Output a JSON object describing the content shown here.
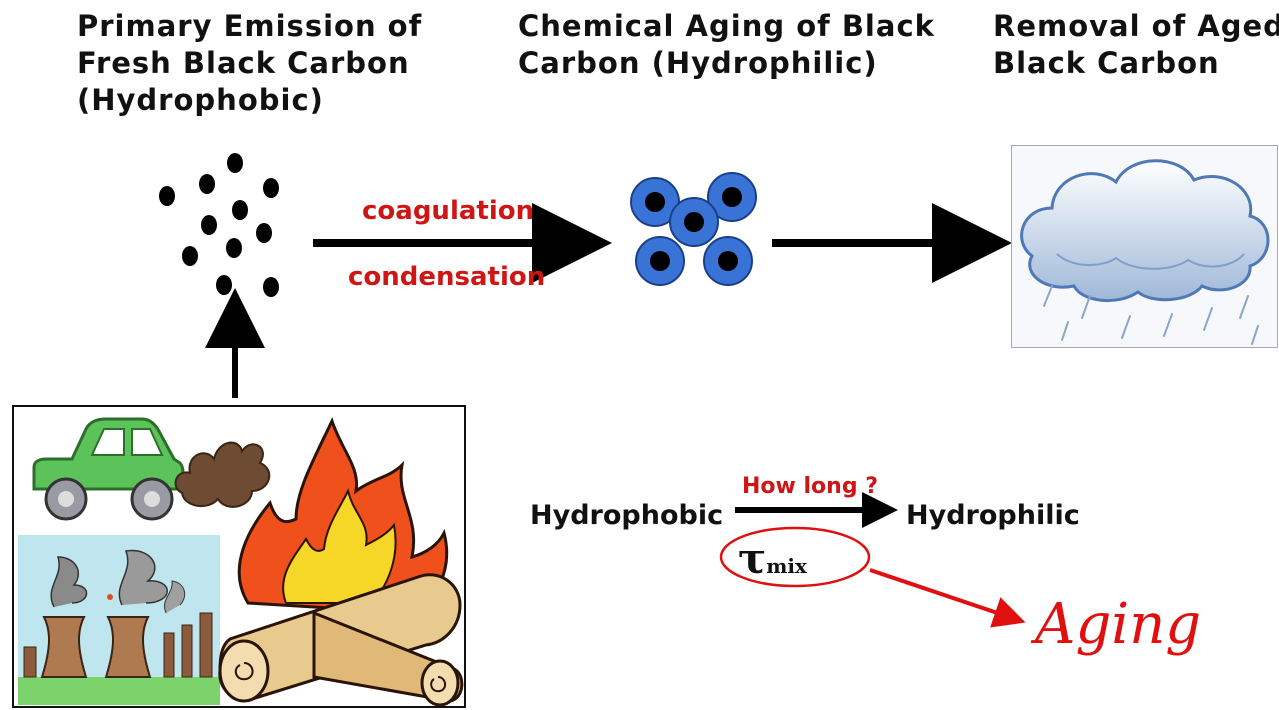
{
  "headings": {
    "primary": [
      "Primary Emission of",
      "Fresh Black Carbon",
      "(Hydrophobic)"
    ],
    "aging": [
      "Chemical Aging of Black",
      "Carbon (Hydrophilic)"
    ],
    "removal": [
      "Removal of Aged",
      "Black Carbon"
    ]
  },
  "process_labels": {
    "coagulation": "coagulation",
    "condensation": "condensation"
  },
  "equation": {
    "left": "Hydrophobic",
    "right": "Hydrophilic",
    "question": "How long ?",
    "tau_symbol": "τ",
    "tau_subscript": "mix"
  },
  "result": "Aging",
  "colors": {
    "text": "#111111",
    "accent_red": "#d01515",
    "aging_red": "#e01010",
    "particle_blue": "#3a73d6",
    "particle_core": "#000000"
  },
  "icons": [
    "car-icon",
    "smoke-puff-icon",
    "factory-icon",
    "campfire-icon",
    "rain-cloud-icon"
  ]
}
